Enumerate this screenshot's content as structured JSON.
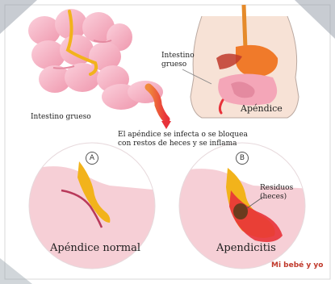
{
  "labels": {
    "colon_left": "Intestino grueso",
    "colon_right": "Intestino\ngrueso",
    "appendix": "Apéndice",
    "caption": "El apéndice se infecta o se bloquea\ncon restos de heces y se inflama",
    "circle_a": "A",
    "circle_b": "B",
    "waste": "Residuos\n(heces)",
    "normal": "Apéndice normal",
    "appendicitis": "Apendicitis"
  },
  "brand": "Mi bebé y yo",
  "colors": {
    "intestine": "#f4a6b8",
    "intestine_shade": "#e48aa0",
    "appendix_red": "#e8323a",
    "yellow": "#f2b31b",
    "stomach": "#f07a2a",
    "circle_bg": "#f6cfd6"
  }
}
